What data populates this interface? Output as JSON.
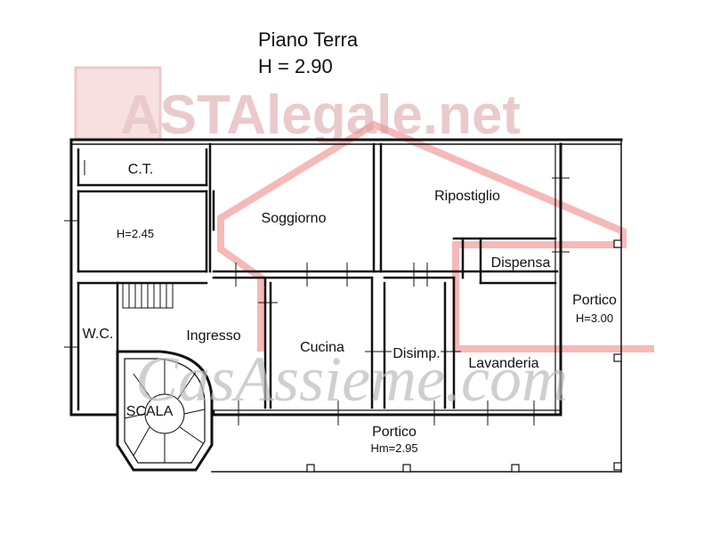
{
  "header": {
    "title": "Piano Terra",
    "height_label": "H = 2.90"
  },
  "watermarks": {
    "top": "ASTAlegale.net",
    "bottom": "CasAssieme.com"
  },
  "rooms": {
    "ct": "C.T.",
    "room_h245": "H=2.45",
    "soggiorno": "Soggiorno",
    "ripostiglio": "Ripostiglio",
    "dispensa": "Dispensa",
    "portico_right": "Portico",
    "portico_right_h": "H=3.00",
    "wc": "W.C.",
    "ingresso": "Ingresso",
    "cucina": "Cucina",
    "disimp": "Disimp.",
    "lavanderia": "Lavanderia",
    "scala": "SCALA",
    "portico_bottom": "Portico",
    "portico_bottom_h": "Hm=2.95"
  },
  "colors": {
    "wall": "#111111",
    "watermark_red": "#e8a3a3",
    "watermark_grey": "#c4c4c4",
    "house_outline": "#ef8a8a"
  }
}
